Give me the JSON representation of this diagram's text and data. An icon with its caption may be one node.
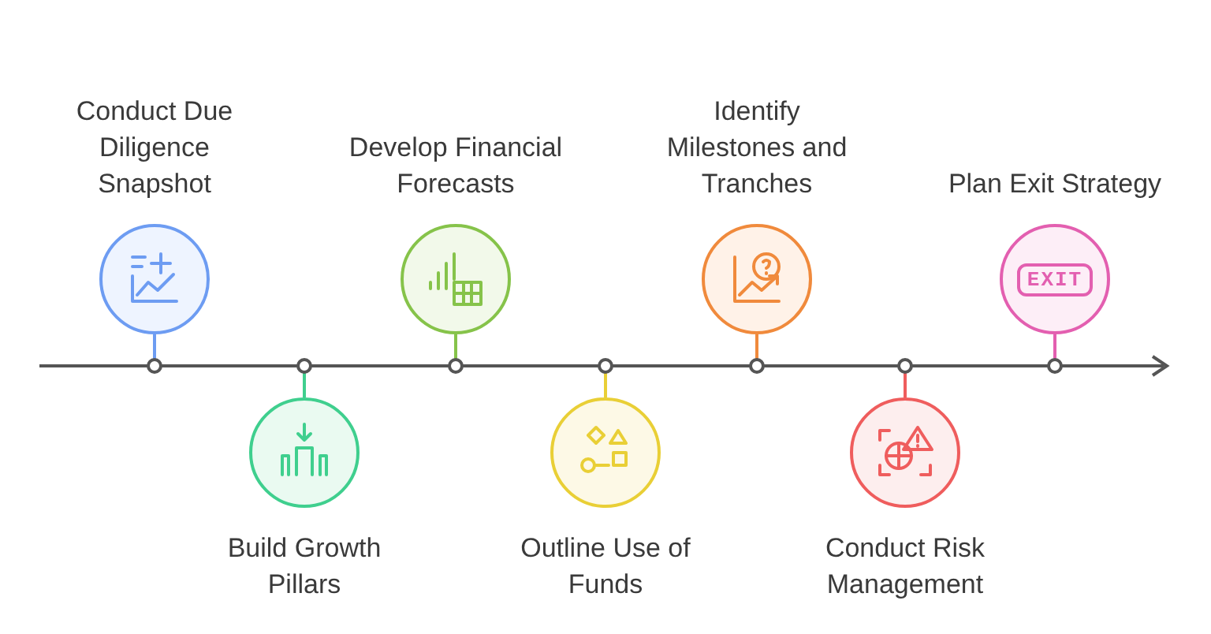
{
  "diagram": {
    "nodes": [
      {
        "text": [
          "Conduct Due Diligence Snapshot"
        ]
      },
      {
        "text": [
          "Build Growth Pillars"
        ]
      },
      {
        "text": [
          "Develop Financial Forecasts"
        ]
      },
      {
        "text": [
          "Outline Use of Funds"
        ]
      },
      {
        "text": [
          "Identify Milestones and Tranches"
        ]
      },
      {
        "text": [
          "Conduct Risk Management"
        ]
      },
      {
        "text": [
          "Plan Exit Strategy",
          "EXIT"
        ]
      }
    ]
  }
}
